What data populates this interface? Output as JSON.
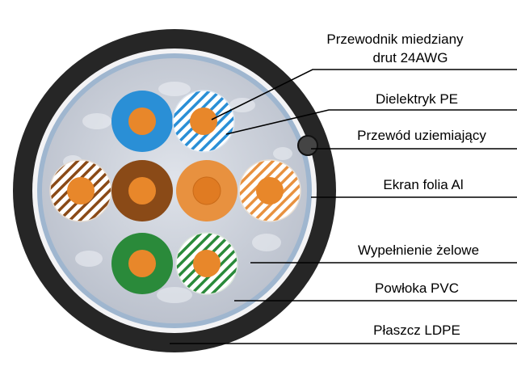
{
  "labels": [
    {
      "id": "conductor",
      "lines": [
        "Przewodnik miedziany",
        "drut 24AWG"
      ]
    },
    {
      "id": "dielectric",
      "lines": [
        "Dielektryk PE"
      ]
    },
    {
      "id": "drain-wire",
      "lines": [
        "Przewód uziemiający"
      ]
    },
    {
      "id": "foil-shield",
      "lines": [
        "Ekran folia Al"
      ]
    },
    {
      "id": "gel-filling",
      "lines": [
        "Wypełnienie żelowe"
      ]
    },
    {
      "id": "pvc-sheath",
      "lines": [
        "Powłoka PVC"
      ]
    },
    {
      "id": "ldpe-jacket",
      "lines": [
        "Płaszcz LDPE"
      ]
    }
  ],
  "colors": {
    "jacket": "#262626",
    "sheath": "#f2f2f4",
    "foil": "#9bb3cc",
    "filling": "#c9ced8",
    "core": "#e8872a",
    "blue": "#2a8fd6",
    "brown": "#8a4a17",
    "orange": "#e8913f",
    "green": "#2a8a3a",
    "white": "#ffffff"
  }
}
